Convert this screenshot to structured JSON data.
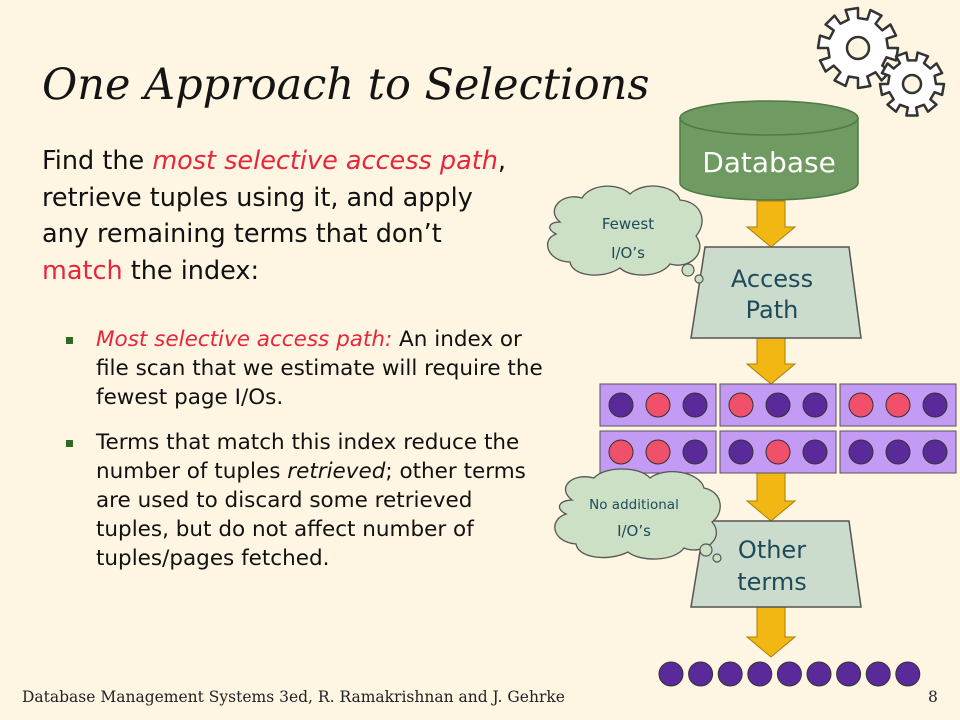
{
  "slide": {
    "title": "One Approach to Selections",
    "intro": {
      "p1": "Find the ",
      "p2": "most selective access path",
      "p3": ", retrieve tuples using it, and apply any remaining terms that don’t ",
      "p4": "match",
      "p5": " the index:"
    },
    "bullets": [
      {
        "emph": "Most selective access path:",
        "text": " An index or file scan that we estimate will require the fewest page I/Os."
      },
      {
        "t1": "Terms that match this index reduce the number of tuples ",
        "emph": "retrieved",
        "t2": "; other terms are used to discard some retrieved tuples, but do not affect number of tuples/pages fetched."
      }
    ],
    "footer": {
      "left": "Database Management Systems 3ed,  R. Ramakrishnan and J. Gehrke",
      "page": "8"
    }
  },
  "diagram": {
    "database_label": "Database",
    "access_path_label": [
      "Access",
      "Path"
    ],
    "other_terms_label": [
      "Other",
      "terms"
    ],
    "cloud1": [
      "Fewest",
      "I/O’s"
    ],
    "cloud2": [
      "No additional",
      "I/O’s"
    ],
    "colors": {
      "cylinder": "#6F9A61",
      "trapezoid": "#CCDCCC",
      "arrow": "#F2B713",
      "page_box": "#C49BF4",
      "tuple_dark": "#5A2A9A",
      "tuple_red": "#F0506A",
      "cloud_fill": "#CCE0C5"
    },
    "page_rows": [
      [
        [
          "dark",
          "red",
          "dark"
        ],
        [
          "red",
          "dark",
          "dark"
        ],
        [
          "red",
          "red",
          "dark"
        ]
      ],
      [
        [
          "red",
          "red",
          "dark"
        ],
        [
          "dark",
          "red",
          "dark"
        ],
        [
          "dark",
          "dark",
          "dark"
        ]
      ]
    ],
    "output_tuple_count": 9
  }
}
